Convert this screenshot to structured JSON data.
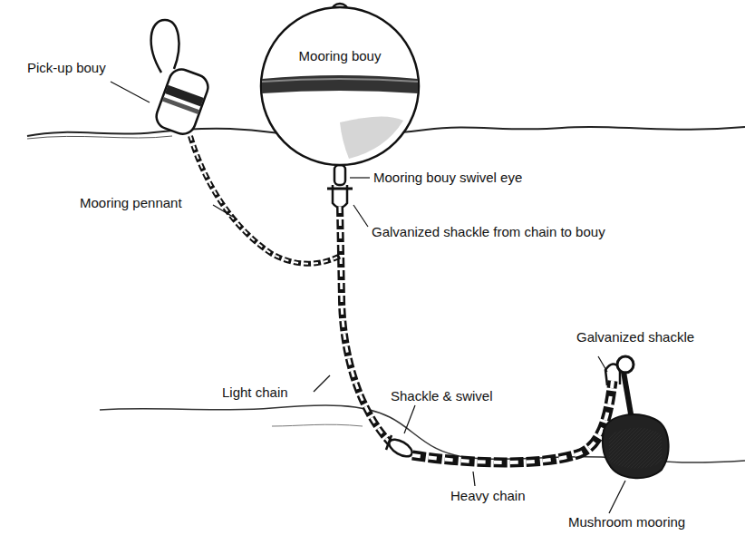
{
  "diagram": {
    "nodes": [
      {
        "text": [
          "Mooring bouy"
        ]
      }
    ],
    "labels": [
      "Pick-up bouy",
      "Mooring pennant",
      "Mooring bouy swivel eye",
      "Galvanized shackle from chain to bouy",
      "Light chain",
      "Shackle & swivel",
      "Galvanized shackle",
      "Heavy chain",
      "Mushroom mooring"
    ]
  }
}
